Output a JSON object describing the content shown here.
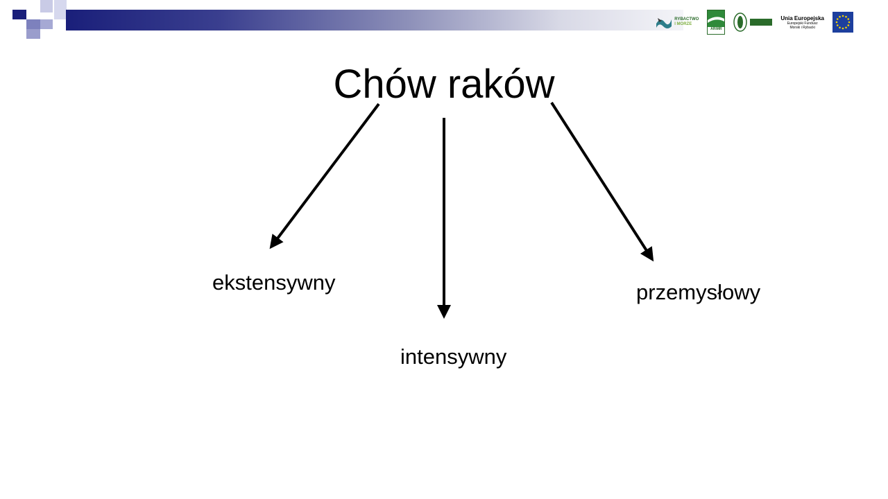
{
  "title": "Chów raków",
  "branches": [
    {
      "label": "ekstensywny"
    },
    {
      "label": "intensywny"
    },
    {
      "label": "przemysłowy"
    }
  ],
  "logos": {
    "rybactwo_line1": "RYBACTWO",
    "rybactwo_line2": "I MORZE",
    "arimr": "ARiMR",
    "eu_title": "Unia Europejska",
    "eu_sub1": "Europejski Fundusz",
    "eu_sub2": "Morski i Rybacki"
  },
  "colors": {
    "header_dark": "#1a1f7a",
    "header_mid": "#6f73b4",
    "header_light": "#b7b9dc",
    "arrow": "#000000",
    "eu_flag": "#1d3f9e",
    "eu_star": "#f6d300"
  }
}
